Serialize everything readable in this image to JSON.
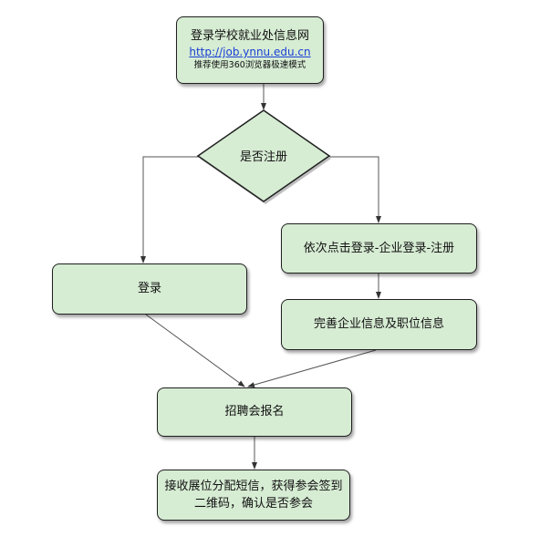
{
  "start": {
    "line1": "登录学校就业处信息网",
    "link": "http://job.ynnu.edu.cn",
    "note": "推荐使用360浏览器极速模式"
  },
  "decision": {
    "label": "是否注册"
  },
  "login": {
    "label": "登录"
  },
  "register_step1": {
    "label": "依次点击登录-企业登录-注册"
  },
  "register_step2": {
    "label": "完善企业信息及职位信息"
  },
  "job_fair": {
    "label": "招聘会报名"
  },
  "final": {
    "line1": "接收展位分配短信，获得参会签到",
    "line2": "二维码，确认是否参会"
  }
}
